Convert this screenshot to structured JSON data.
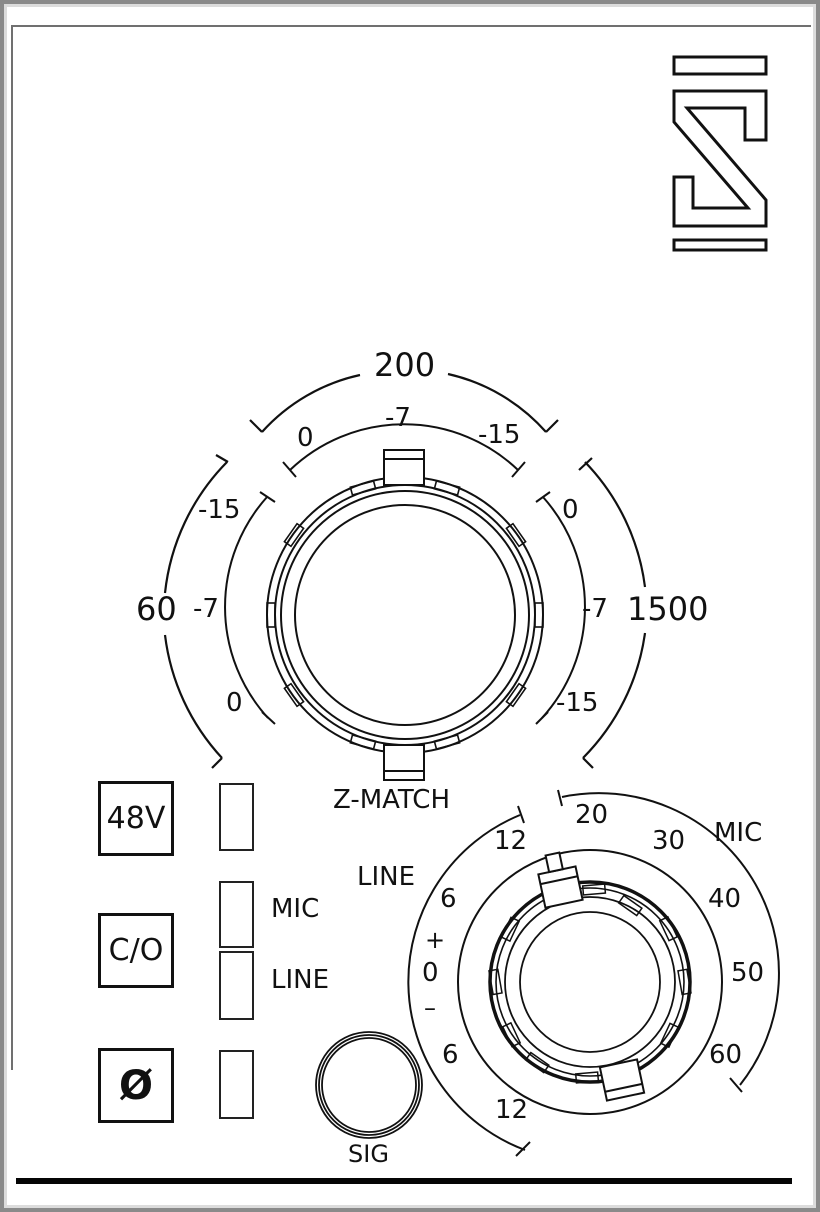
{
  "panel": {
    "logo": "interlocking-S-logo",
    "colors": {
      "line": "#111111",
      "frame": "#8a8a8a",
      "background": "#ffffff"
    }
  },
  "zmatch_knob": {
    "label": "Z-MATCH",
    "outer_scale": {
      "top": "200",
      "left": "60",
      "right": "1500"
    },
    "inner_scale_top": [
      "0",
      "-7",
      "-15"
    ],
    "inner_scale_left": [
      "-15",
      "-7",
      "0"
    ],
    "inner_scale_right": [
      "0",
      "-7",
      "-15"
    ]
  },
  "gain_knob": {
    "range_labels": {
      "line": "LINE",
      "mic": "MIC"
    },
    "line_scale": [
      "12",
      "6",
      "+",
      "0",
      "–",
      "6",
      "12"
    ],
    "mic_scale": [
      "20",
      "30",
      "40",
      "50",
      "60"
    ]
  },
  "buttons": {
    "phantom": "48V",
    "changeover": "C/O",
    "phase": "Ø"
  },
  "indicators": {
    "mic": "MIC",
    "line": "LINE",
    "signal": "SIG"
  }
}
